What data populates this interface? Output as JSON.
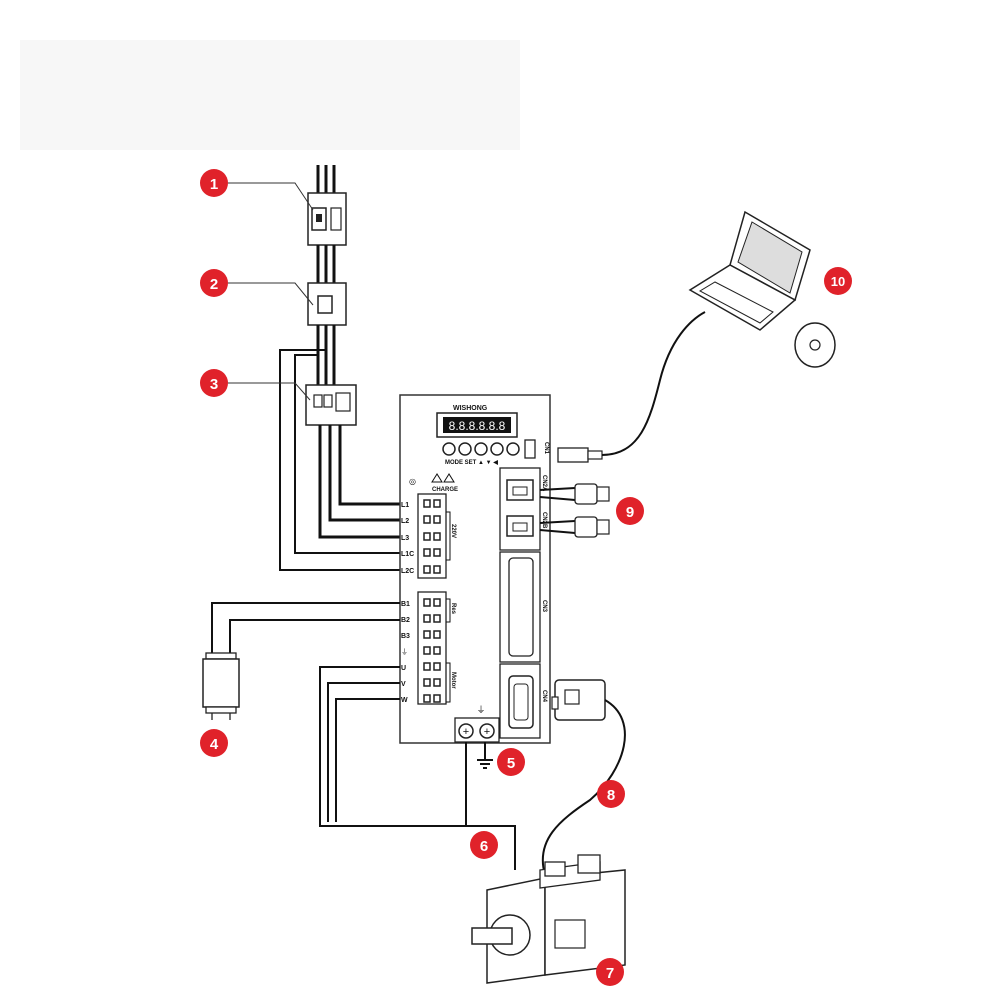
{
  "drive": {
    "brand": "WISHONG",
    "display": "8.8.8.8.8.8",
    "buttons_label": "MODE SET ▲ ▼ ◀",
    "charge_label": "CHARGE",
    "power_terminals": [
      "L1",
      "L2",
      "L3",
      "L1C",
      "L2C"
    ],
    "power_range_label": "220V",
    "regen_terminals": [
      "B1",
      "B2",
      "B3"
    ],
    "regen_range_label": "Res",
    "motor_terminals": [
      "U",
      "V",
      "W"
    ],
    "motor_range_label": "Motor",
    "ports": [
      "CN1",
      "CN2A",
      "CN2B",
      "CN3",
      "CN4"
    ]
  },
  "callouts": [
    "1",
    "2",
    "3",
    "4",
    "5",
    "6",
    "7",
    "8",
    "9",
    "10"
  ],
  "colors": {
    "badge": "#e0222a",
    "line": "#111111"
  },
  "icons": [
    "circuit-breaker-icon",
    "noise-filter-icon",
    "contactor-icon",
    "brake-resistor-icon",
    "ground-icon",
    "servo-motor-icon",
    "laptop-icon",
    "cd-icon",
    "rj45-connector-icon",
    "db9-connector-icon",
    "usb-plug-icon"
  ]
}
